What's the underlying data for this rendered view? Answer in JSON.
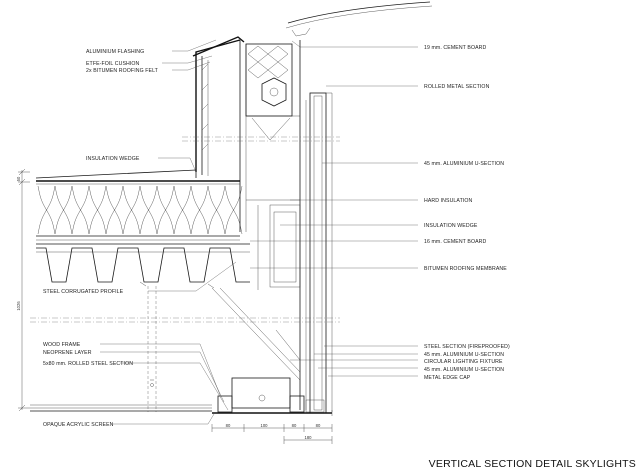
{
  "labels_left": [
    {
      "id": "aluminium-flashing",
      "text": "ALUMINIUM FLASHING"
    },
    {
      "id": "etfe-foil-cushion",
      "text": "ETFE-FOIL CUSHION"
    },
    {
      "id": "bitumen-roofing-felt",
      "text": "2x BITUMEN ROOFING FELT"
    },
    {
      "id": "insulation-wedge-left",
      "text": "INSULATION WEDGE"
    },
    {
      "id": "steel-corrugated-profile",
      "text": "STEEL CORRUGATED PROFILE"
    },
    {
      "id": "wood-frame",
      "text": "WOOD FRAME"
    },
    {
      "id": "neoprene-layer",
      "text": "NEOPRENE LAYER"
    },
    {
      "id": "rolled-steel-section",
      "text": "5x80 mm. ROLLED STEEL SECTION"
    },
    {
      "id": "opaque-acrylic-screen",
      "text": "OPAQUE ACRYLIC SCREEN"
    }
  ],
  "labels_right": [
    {
      "id": "cement-board-19",
      "text": "19 mm. CEMENT BOARD"
    },
    {
      "id": "rolled-metal-section",
      "text": "ROLLED METAL SECTION"
    },
    {
      "id": "aluminium-u-section-1",
      "text": "45 mm. ALUMINIUM U-SECTION"
    },
    {
      "id": "hard-insulation",
      "text": "HARD INSULATION"
    },
    {
      "id": "insulation-wedge-right",
      "text": "INSULATION WEDGE"
    },
    {
      "id": "cement-board-16",
      "text": "16 mm. CEMENT BOARD"
    },
    {
      "id": "bitumen-roofing-membrane",
      "text": "BITUMEN ROOFING MEMBRANE"
    },
    {
      "id": "steel-section-fireproofed",
      "text": "STEEL SECTION (FIREPROOFED)"
    },
    {
      "id": "aluminium-u-section-2",
      "text": "45 mm. ALUMINIUM U-SECTION"
    },
    {
      "id": "circular-lighting-fixture",
      "text": "CIRCULAR LIGHTING FIXTURE"
    },
    {
      "id": "aluminium-u-section-3",
      "text": "45 mm. ALUMINIUM U-SECTION"
    },
    {
      "id": "metal-edge-cap",
      "text": "METAL EDGE CAP"
    }
  ],
  "dimensions": {
    "bottom": [
      "80",
      "100",
      "80",
      "80"
    ],
    "bottom_total": "180",
    "vertical_main": "1026",
    "vertical_top": "50"
  },
  "title": "VERTICAL SECTION DETAIL SKYLIGHTS"
}
